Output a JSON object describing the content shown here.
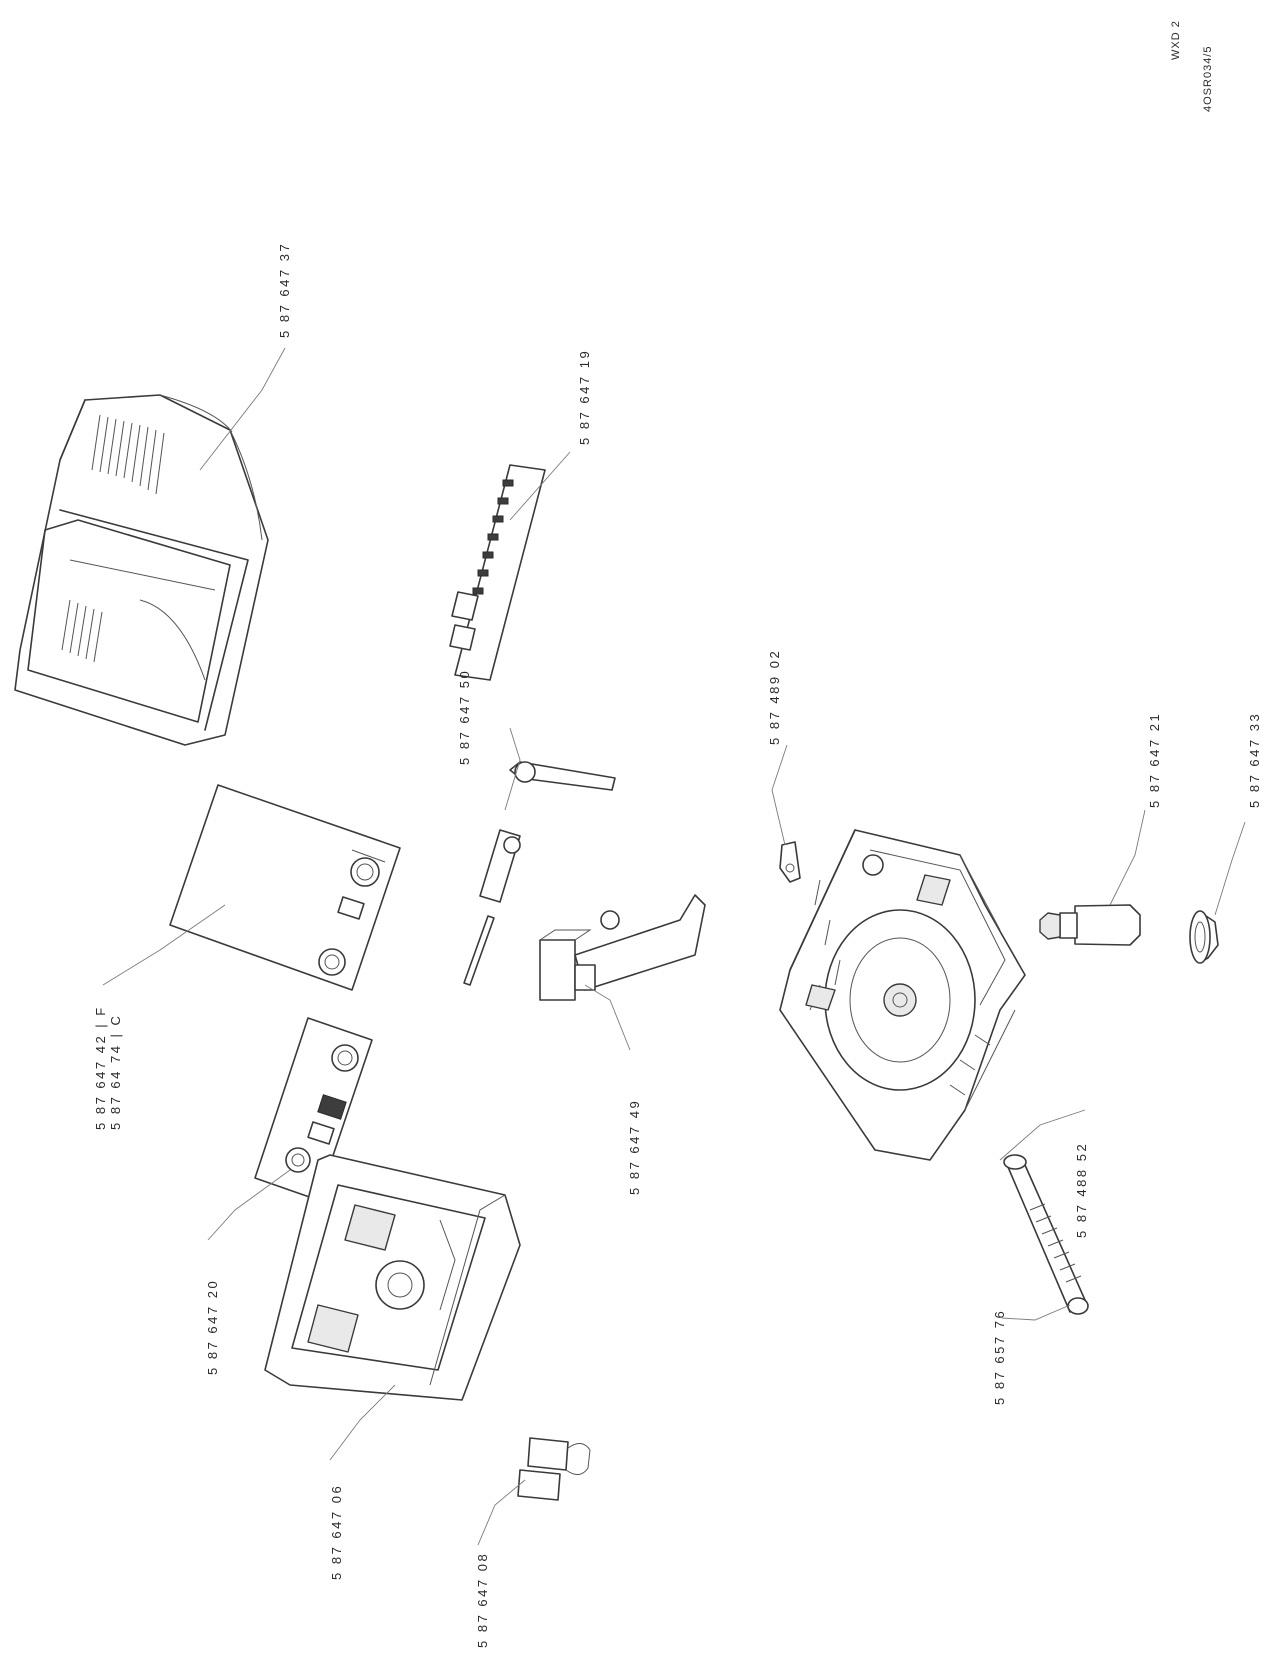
{
  "sheet": {
    "line1": "WXD 2",
    "line2": "4OSR034/5"
  },
  "parts": [
    {
      "id": "cover",
      "label": "5 87 647 37"
    },
    {
      "id": "pcb",
      "label": "5 87 647 19"
    },
    {
      "id": "sensor",
      "label": "5 87 647 50"
    },
    {
      "id": "clip",
      "label": "5 87 489 02"
    },
    {
      "id": "knob-spindle",
      "label": "5 87 647 21"
    },
    {
      "id": "knob-cap",
      "label": "5 87 647 33"
    },
    {
      "id": "front-plate",
      "label_lines": [
        "5 87 647 42 | F",
        "5 87 64 74 | C"
      ]
    },
    {
      "id": "bracket",
      "label": "5 87 647 49"
    },
    {
      "id": "hose",
      "label": "5 87 488 52"
    },
    {
      "id": "switch-panel",
      "label": "5 87 647 20"
    },
    {
      "id": "grommet",
      "label": "5 87 657 76"
    },
    {
      "id": "front-housing",
      "label": "5 87 647 06"
    },
    {
      "id": "connector",
      "label": "5 87 647 08"
    }
  ]
}
